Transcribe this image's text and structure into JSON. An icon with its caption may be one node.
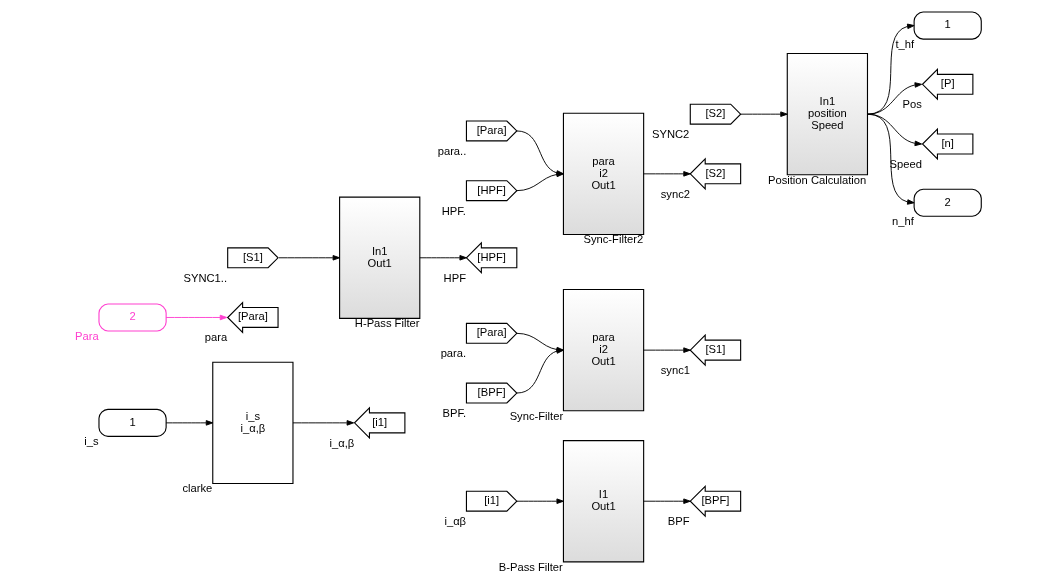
{
  "diagram": {
    "nodes": [
      {
        "text": [
          "1"
        ],
        "beside": [
          "i_s"
        ]
      },
      {
        "text": [
          "i_s",
          "i_α,β"
        ],
        "beside": [
          "clarke"
        ]
      },
      {
        "text": [
          "[i1]"
        ],
        "beside": [
          "i_α,β"
        ]
      },
      {
        "text": [
          "[i1]"
        ],
        "beside": [
          "i_αβ"
        ]
      },
      {
        "text": [
          "I1",
          "Out1"
        ],
        "beside": [
          "B-Pass Filter"
        ]
      },
      {
        "text": [
          "[BPF]"
        ],
        "beside": [
          "BPF"
        ]
      },
      {
        "text": [
          "[Para]"
        ],
        "beside": [
          "para."
        ]
      },
      {
        "text": [
          "[BPF]"
        ],
        "beside": [
          "BPF."
        ]
      },
      {
        "text": [
          "para",
          "i2",
          "Out1"
        ],
        "beside": [
          "Sync-Filter"
        ]
      },
      {
        "text": [
          "[S1]"
        ],
        "beside": [
          "sync1"
        ]
      },
      {
        "text": [
          "2"
        ],
        "beside": [
          "Para"
        ]
      },
      {
        "text": [
          "[Para]"
        ],
        "beside": [
          "para"
        ]
      },
      {
        "text": [
          "[S1]"
        ],
        "beside": [
          "SYNC1.."
        ]
      },
      {
        "text": [
          "In1",
          "Out1"
        ],
        "beside": [
          "H-Pass Filter"
        ]
      },
      {
        "text": [
          "[HPF]"
        ],
        "beside": [
          "HPF"
        ]
      },
      {
        "text": [
          "[Para]"
        ],
        "beside": [
          "para.."
        ]
      },
      {
        "text": [
          "[HPF]"
        ],
        "beside": [
          "HPF."
        ]
      },
      {
        "text": [
          "para",
          "i2",
          "Out1"
        ],
        "beside": [
          "Sync-Filter2"
        ]
      },
      {
        "text": [
          "[S2]"
        ],
        "beside": [
          "sync2"
        ]
      },
      {
        "text": [
          "[S2]"
        ],
        "beside": [
          "SYNC2"
        ]
      },
      {
        "text": [
          "In1",
          "position",
          "Speed"
        ],
        "beside": [
          "Position Calculation"
        ]
      },
      {
        "text": [
          "1"
        ],
        "beside": [
          "t_hf"
        ]
      },
      {
        "text": [
          "[P]"
        ],
        "beside": [
          "Pos"
        ]
      },
      {
        "text": [
          "[n]"
        ],
        "beside": [
          "Speed"
        ]
      },
      {
        "text": [
          "2"
        ],
        "beside": [
          "n_hf"
        ]
      }
    ],
    "edges": [
      {
        "from": 0,
        "to": 1,
        "arrow": "to"
      },
      {
        "from": 1,
        "to": 2,
        "arrow": "to"
      },
      {
        "from": 3,
        "to": 4,
        "arrow": "to"
      },
      {
        "from": 4,
        "to": 5,
        "arrow": "to"
      },
      {
        "from": 6,
        "to": 8,
        "arrow": "to"
      },
      {
        "from": 7,
        "to": 8,
        "arrow": "to"
      },
      {
        "from": 8,
        "to": 9,
        "arrow": "to"
      },
      {
        "from": 10,
        "to": 11,
        "arrow": "to",
        "color": "#ff40d0"
      },
      {
        "from": 12,
        "to": 13,
        "arrow": "to"
      },
      {
        "from": 13,
        "to": 14,
        "arrow": "to"
      },
      {
        "from": 15,
        "to": 17,
        "arrow": "to"
      },
      {
        "from": 16,
        "to": 17,
        "arrow": "to"
      },
      {
        "from": 17,
        "to": 18,
        "arrow": "to"
      },
      {
        "from": 19,
        "to": 20,
        "arrow": "to"
      },
      {
        "from": 20,
        "to": 21,
        "arrow": "to"
      },
      {
        "from": 20,
        "to": 22,
        "arrow": "to"
      },
      {
        "from": 20,
        "to": 23,
        "arrow": "to"
      },
      {
        "from": 20,
        "to": 24,
        "arrow": "to"
      }
    ]
  }
}
